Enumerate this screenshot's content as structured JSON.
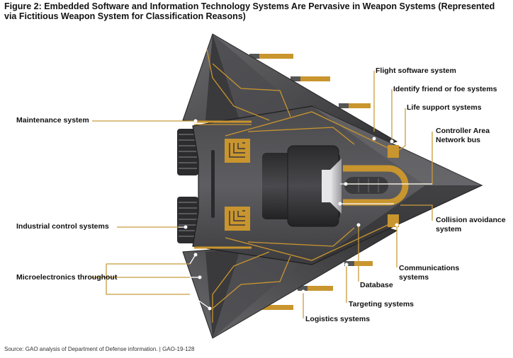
{
  "title": "Figure 2: Embedded Software and Information Technology Systems Are Pervasive in Weapon Systems (Represented via Fictitious Weapon System for Classification Reasons)",
  "labels": {
    "flight_software": "Flight software system",
    "iff": "Identify friend or foe systems",
    "life_support": "Life support systems",
    "can_bus_1": "Controller Area",
    "can_bus_2": "Network bus",
    "maintenance": "Maintenance system",
    "industrial_control": "Industrial control systems",
    "microelectronics": "Microelectronics throughout",
    "collision_1": "Collision avoidance",
    "collision_2": "system",
    "comms_1": "Communications",
    "comms_2": "systems",
    "database": "Database",
    "targeting": "Targeting systems",
    "logistics": "Logistics systems"
  },
  "source": "Source: GAO analysis of Department of Defense information.  |  GAO-19-128",
  "colors": {
    "leader_gold": "#c89a3c",
    "accent_gold": "#c9952e",
    "hull_dark": "#3a3a3c",
    "hull_mid": "#5a5a5d",
    "hull_light": "#8a8a8e",
    "white_leader": "#ffffff"
  }
}
